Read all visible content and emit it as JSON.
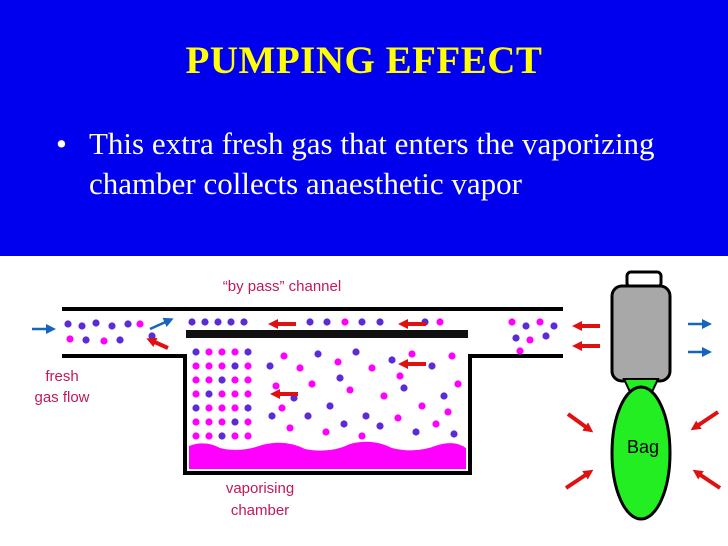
{
  "slide": {
    "title": "PUMPING EFFECT",
    "bullets": [
      "This extra fresh gas that enters the vaporizing chamber collects anaesthetic vapor"
    ]
  },
  "diagram": {
    "labels": {
      "bypass": "“by pass” channel",
      "fresh_line1": "fresh",
      "fresh_line2": "gas flow",
      "vap_line1": "vaporising",
      "vap_line2": "chamber",
      "bag": "Bag"
    },
    "colors": {
      "vapor_dot": "#ff00ff",
      "gas_dot": "#5b2cd6",
      "bag_fill": "#22ee22",
      "arrow_red": "#e01010",
      "arrow_blue": "#1565c0",
      "liquid": "#ff00ff"
    }
  }
}
